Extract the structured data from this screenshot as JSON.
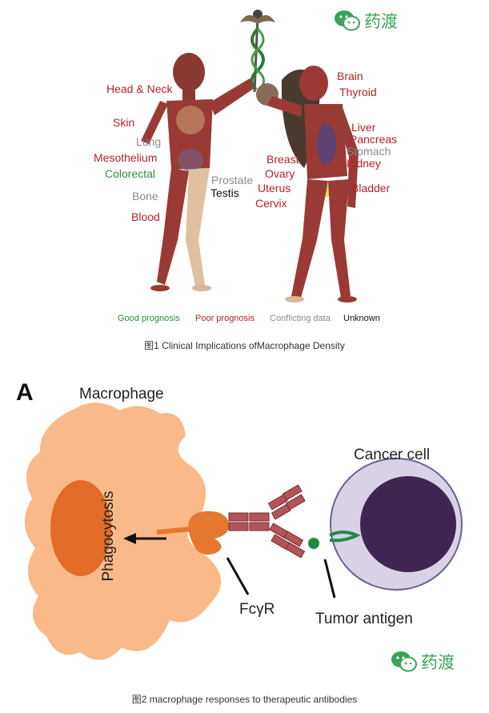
{
  "watermark": {
    "text": "药渡",
    "icon": "wechat-icon"
  },
  "figure1": {
    "caption": "图1 Clinical Implications ofMacrophage Density",
    "colors": {
      "good": "#2e8b3a",
      "poor": "#b8202e",
      "conflicting": "#8a8a8a",
      "unknown": "#111111"
    },
    "labels": {
      "head_neck": "Head & Neck",
      "skin": "Skin",
      "lung": "Lung",
      "mesothelium": "Mesothelium",
      "colorectal": "Colorectal",
      "bone": "Bone",
      "blood": "Blood",
      "prostate": "Prostate",
      "testis": "Testis",
      "brain": "Brain",
      "thyroid": "Thyroid",
      "liver": "Liver",
      "pancreas": "Pancreas",
      "stomach": "Stomach",
      "breast": "Breast",
      "kidney": "Kidney",
      "ovary": "Ovary",
      "uterus": "Uterus",
      "bladder": "Bladder",
      "cervix": "Cervix"
    },
    "legend": {
      "good": "Good prognosis",
      "poor": "Poor prognosis",
      "conflicting": "Conflicting data",
      "unknown": "Unknown"
    }
  },
  "figure2": {
    "panel_letter": "A",
    "macrophage": "Macrophage",
    "phagocytosis": "Phagocytosis",
    "cancer_cell": "Cancer cell",
    "fcgr": "FcγR",
    "tumor_antigen": "Tumor antigen",
    "caption": "图2 macrophage responses to therapeutic antibodies"
  }
}
